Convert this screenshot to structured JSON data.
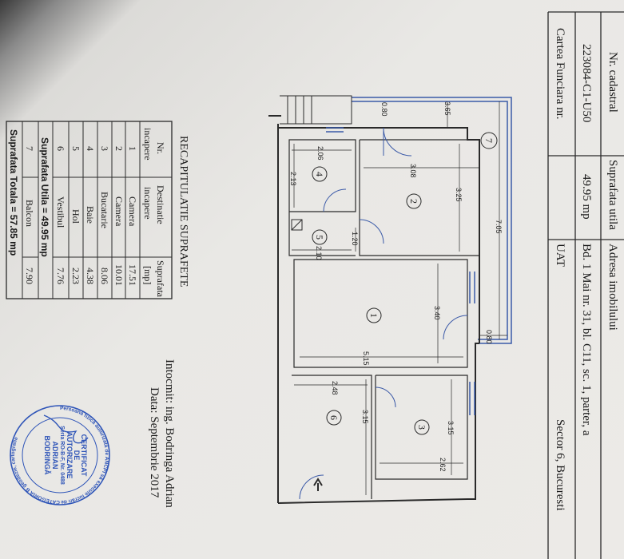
{
  "header": {
    "nr_cadastral_label": "Nr. cadastral",
    "nr_cadastral_value": "223084-C1-U50",
    "carte_funciara_label": "Cartea Funciara nr.",
    "suprafata_utila_label": "Suprafata utila",
    "suprafata_utila_value": "49.95 mp",
    "adresa_label": "Adresa imobilului",
    "adresa_value": "Bd. 1 Mai nr. 31, bl. C11, sc. 1, parter, a",
    "uat_label": "UAT",
    "uat_value": "Sector 6, Bucuresti"
  },
  "recap": {
    "title": "RECAPITULATIE SUPRAFETE",
    "headers": [
      "Nr.",
      "incapere",
      "Destinatie",
      "incapere",
      "Suprafata",
      "[mp]"
    ],
    "rows": [
      {
        "nr": "1",
        "dest": "Camera",
        "sup": "17.51"
      },
      {
        "nr": "2",
        "dest": "Camera",
        "sup": "10.01"
      },
      {
        "nr": "3",
        "dest": "Bucatarie",
        "sup": "8.06"
      },
      {
        "nr": "4",
        "dest": "Baie",
        "sup": "4.38"
      },
      {
        "nr": "5",
        "dest": "Hol",
        "sup": "2.23"
      },
      {
        "nr": "6",
        "dest": "Vestibul",
        "sup": "7.76"
      }
    ],
    "utila": "Suprafata Utila  =  49.95 mp",
    "balcon": {
      "nr": "7",
      "dest": "Balcon",
      "sup": "7.90"
    },
    "totala": "Suprafata Totala  =  57.85 mp"
  },
  "signature": {
    "intocmit": "Intocmit: ing. Bodringa Adrian",
    "data": "Data: Septembrie 2017"
  },
  "stamp": {
    "ring_top": "Persoană fizică autorizată de ANCPI să execute lucrări de cadastru,",
    "ring_bottom": "CATEGORIA B geodezie, cartografie",
    "lines": [
      "CERTIFICAT",
      "DE",
      "AUTORIZARE",
      "Seria RO-B-F, Nr. 0488",
      "ADRIAN",
      "BODRINGĂ"
    ],
    "color": "#2f55b8"
  },
  "plan": {
    "rooms": [
      "1",
      "2",
      "3",
      "4",
      "5",
      "6",
      "7"
    ],
    "dims": [
      "3.65",
      "0.80",
      "2.06",
      "3.08",
      "3.25",
      "2.13",
      "7.05",
      "1.20",
      "2.10",
      "3.40",
      "0.80",
      "5.15",
      "2.48",
      "3.15",
      "3.15",
      "2.62"
    ]
  }
}
